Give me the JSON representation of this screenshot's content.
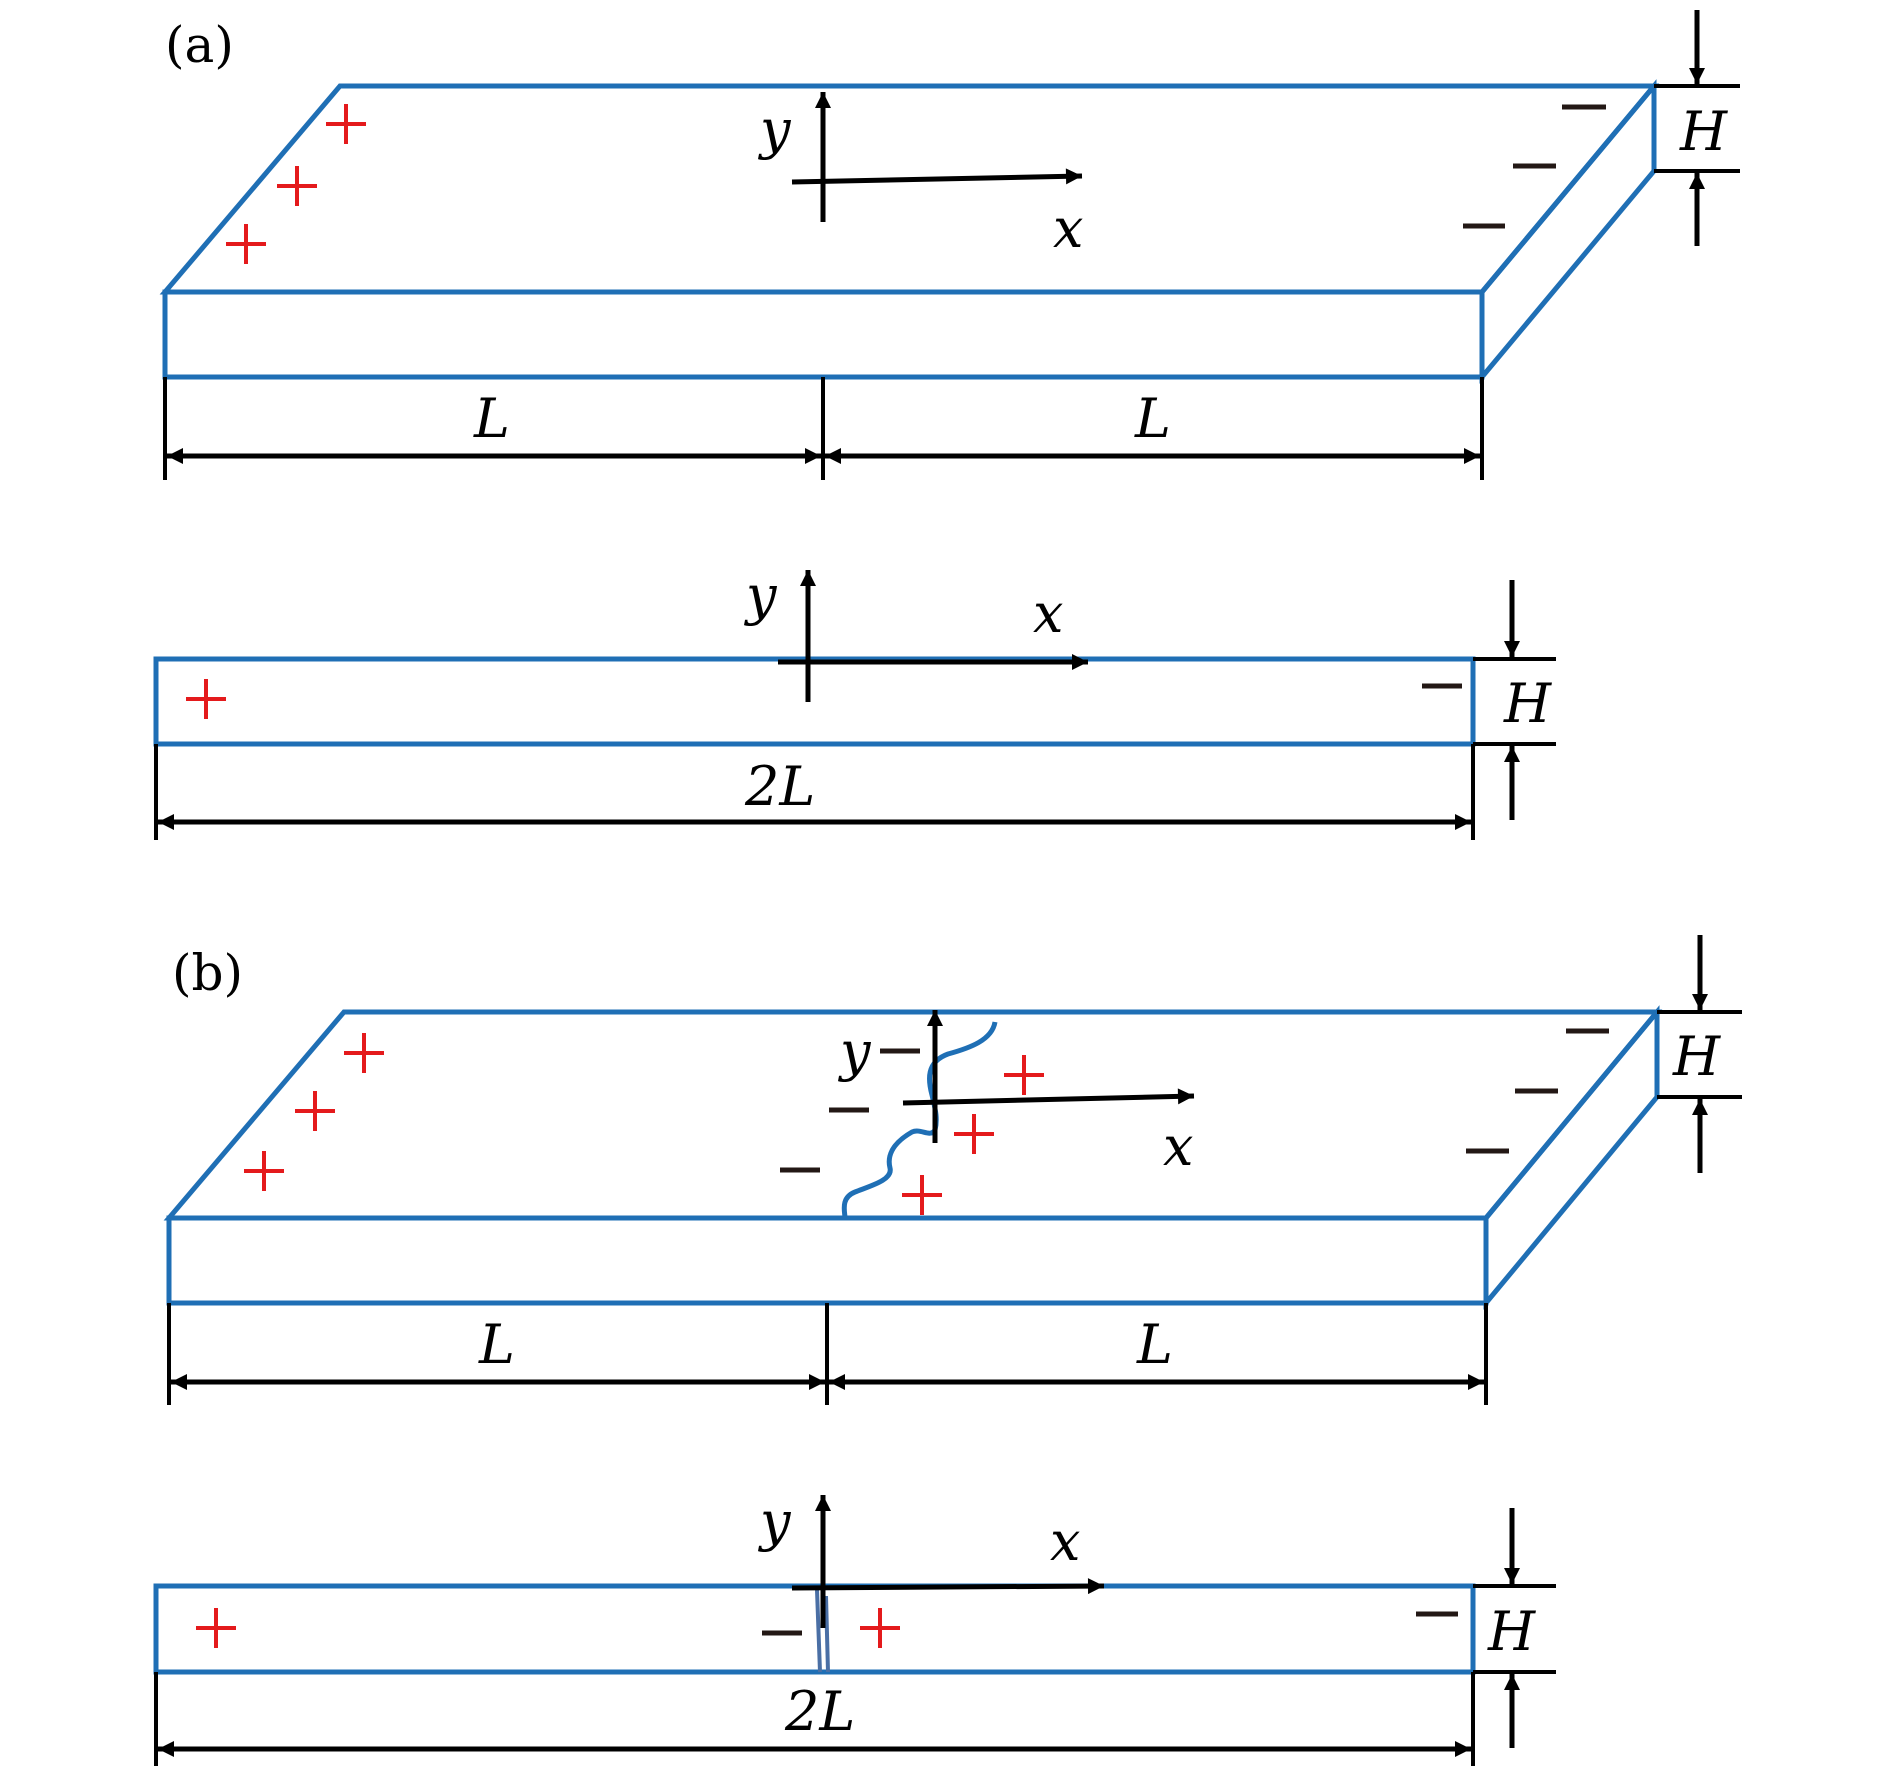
{
  "panels": {
    "a": "(a)",
    "b": "(b)"
  },
  "labels": {
    "x": "x",
    "y": "y",
    "H": "H",
    "L": "L",
    "two_L": "2L"
  },
  "colors": {
    "outline": "#1f6fb5",
    "positive_charge": "#e41a1c",
    "negative_charge": "#231815",
    "axis": "#000000"
  }
}
